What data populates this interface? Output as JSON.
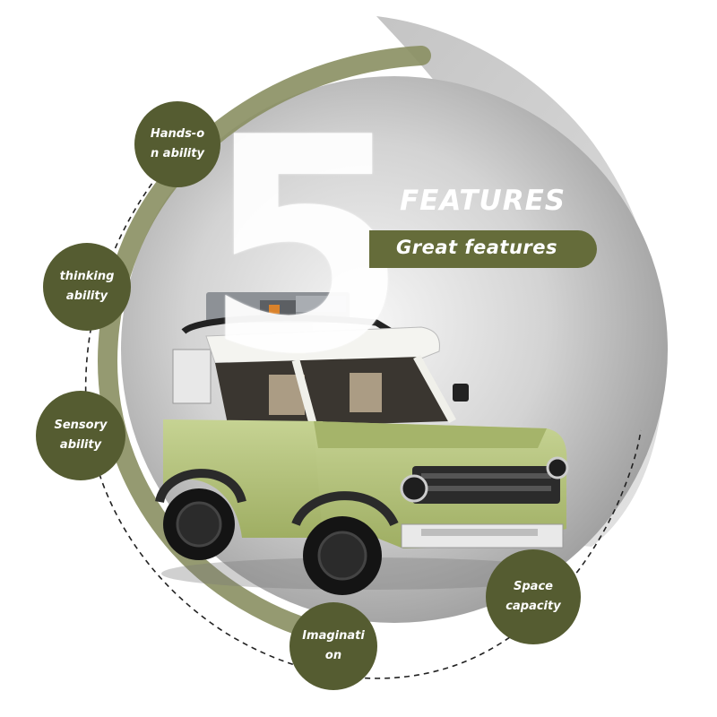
{
  "hero": {
    "big_number": "5",
    "title": "FEATURES",
    "subtitle": "Great features"
  },
  "features": [
    {
      "id": "hands",
      "label": "Hands-o\nn ability"
    },
    {
      "id": "think",
      "label": "thinking\nability"
    },
    {
      "id": "sense",
      "label": "Sensory\nability"
    },
    {
      "id": "imag",
      "label": "Imaginati\non"
    },
    {
      "id": "space",
      "label": "Space\ncapacity"
    }
  ],
  "colors": {
    "olive_dark": "#555c31",
    "olive_banner": "#656c3a",
    "olive_ring": "#8a8f62",
    "grey_swirl": "#9a9a9a",
    "car_body": "#b9c783",
    "car_roof": "#f4f4f0"
  },
  "image": {
    "subject": "green-offroad-vehicle-model"
  }
}
